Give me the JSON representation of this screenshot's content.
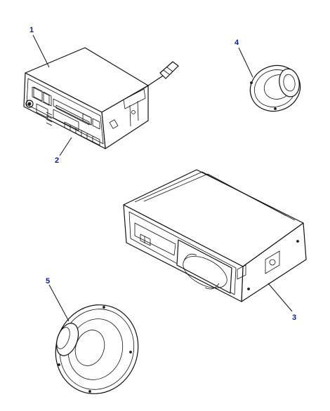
{
  "colors": {
    "callout": "#0a1aa8",
    "line": "#111111",
    "background": "#ffffff"
  },
  "callouts": [
    {
      "id": "1",
      "label": "1",
      "part": "radio-cassette-unit"
    },
    {
      "id": "2",
      "label": "2",
      "part": "radio-front-panel"
    },
    {
      "id": "3",
      "label": "3",
      "part": "cd-changer"
    },
    {
      "id": "4",
      "label": "4",
      "part": "small-speaker"
    },
    {
      "id": "5",
      "label": "5",
      "part": "large-speaker"
    }
  ]
}
